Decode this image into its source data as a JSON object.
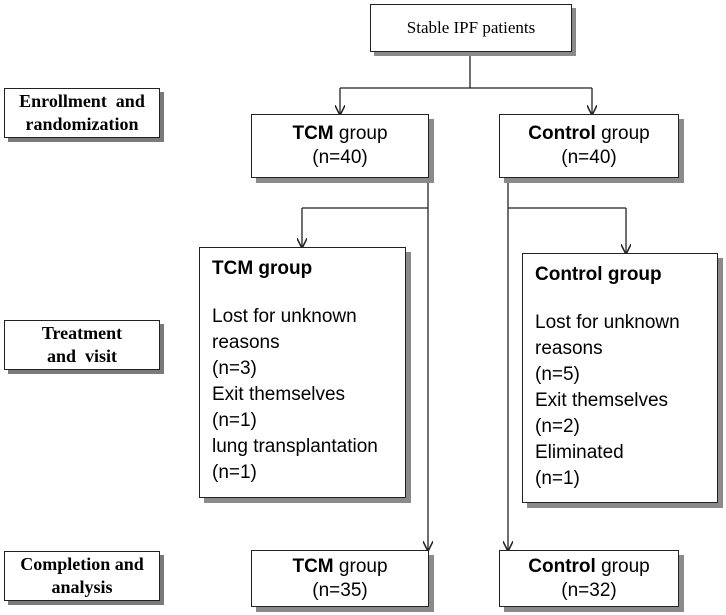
{
  "top": {
    "label": "Stable IPF patients"
  },
  "stages": {
    "enrollment": {
      "line1": "Enrollment  and",
      "line2": "randomization"
    },
    "treatment": {
      "line1": "Treatment",
      "line2": "and  visit"
    },
    "completion": {
      "line1": "Completion and",
      "line2": "analysis"
    }
  },
  "enrollment_groups": {
    "tcm": {
      "bold": "TCM",
      "rest": " group",
      "n": "(n=40)"
    },
    "control": {
      "bold": "Control",
      "rest": " group",
      "n": "(n=40)"
    }
  },
  "treatment_groups": {
    "tcm": {
      "title": "TCM group",
      "lines": [
        "Lost for unknown",
        "reasons",
        "(n=3)",
        "Exit themselves",
        "(n=1)",
        "lung transplantation",
        "(n=1)"
      ]
    },
    "control": {
      "title": "Control group",
      "lines": [
        "Lost for unknown",
        "reasons",
        "(n=5)",
        "Exit themselves",
        "(n=2)",
        "Eliminated",
        "(n=1)"
      ]
    }
  },
  "completion_groups": {
    "tcm": {
      "bold": "TCM",
      "rest": " group",
      "n": "(n=35)"
    },
    "control": {
      "bold": "Control",
      "rest": " group",
      "n": "(n=32)"
    }
  }
}
